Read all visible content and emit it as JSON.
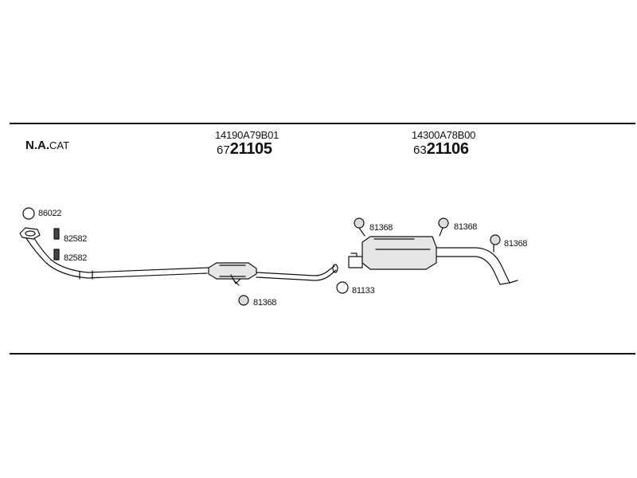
{
  "variant": {
    "strong": "N.A.",
    "rest": "CAT"
  },
  "assemblies": [
    {
      "oem": "14190A79B01",
      "prefix": "67",
      "number": "21105"
    },
    {
      "oem": "14300A78B00",
      "prefix": "63",
      "number": "21106"
    }
  ],
  "callouts": {
    "gasket_front": "86022",
    "bolt_a": "82582",
    "bolt_b": "82582",
    "hanger_center": "81368",
    "hanger_rear_a": "81368",
    "hanger_rear_b": "81368",
    "hanger_rear_c": "81368",
    "gasket_rear": "81133"
  }
}
